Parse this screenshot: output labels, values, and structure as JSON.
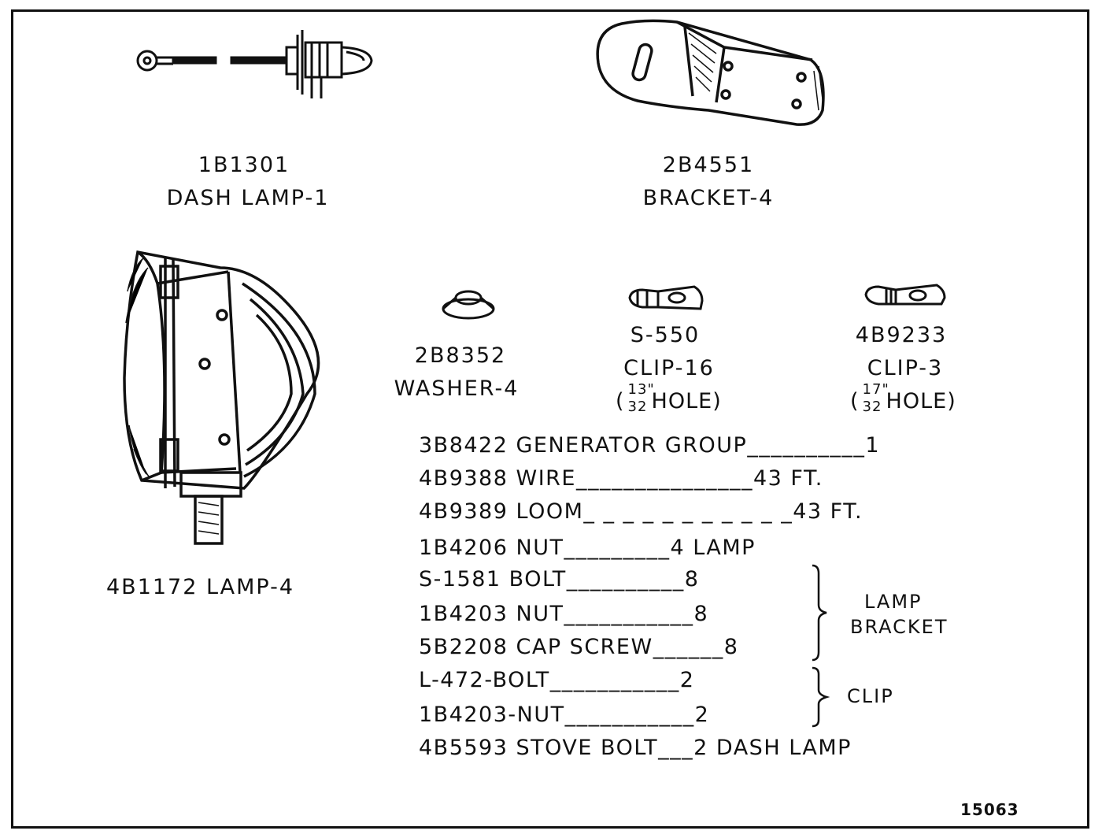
{
  "parts": {
    "dash_lamp": {
      "number": "1B1301",
      "name": "DASH LAMP-1"
    },
    "bracket": {
      "number": "2B4551",
      "name": "BRACKET-4"
    },
    "lamp": {
      "label": "4B1172 LAMP-4"
    },
    "washer": {
      "number": "2B8352",
      "name": "WASHER-4"
    },
    "clip16": {
      "number": "S-550",
      "name": "CLIP-16",
      "hole_num": "13\"",
      "hole_den": "32",
      "hole_word": "HOLE"
    },
    "clip3": {
      "number": "4B9233",
      "name": "CLIP-3",
      "hole_num": "17\"",
      "hole_den": "32",
      "hole_word": "HOLE"
    }
  },
  "list": {
    "rows": [
      {
        "text": "3B8422 GENERATOR  GROUP__________1"
      },
      {
        "text": "4B9388  WIRE_______________43  FT."
      },
      {
        "text": "4B9389  LOOM_ _ _ _ _ _ _ _ _ _ _43  FT."
      },
      {
        "text": "1B4206 NUT_________4  LAMP"
      },
      {
        "text": "S-1581 BOLT__________8"
      },
      {
        "text": "1B4203 NUT___________8"
      },
      {
        "text": "5B2208 CAP  SCREW______8"
      },
      {
        "text": "L-472-BOLT___________2"
      },
      {
        "text": "1B4203-NUT___________2"
      },
      {
        "text": "4B5593  STOVE  BOLT___2   DASH  LAMP"
      }
    ],
    "group_bracket_line1": "LAMP",
    "group_bracket_line2": "BRACKET",
    "group_clip": "CLIP"
  },
  "figure_number": "15063",
  "colors": {
    "ink": "#111111",
    "paper": "#ffffff"
  }
}
